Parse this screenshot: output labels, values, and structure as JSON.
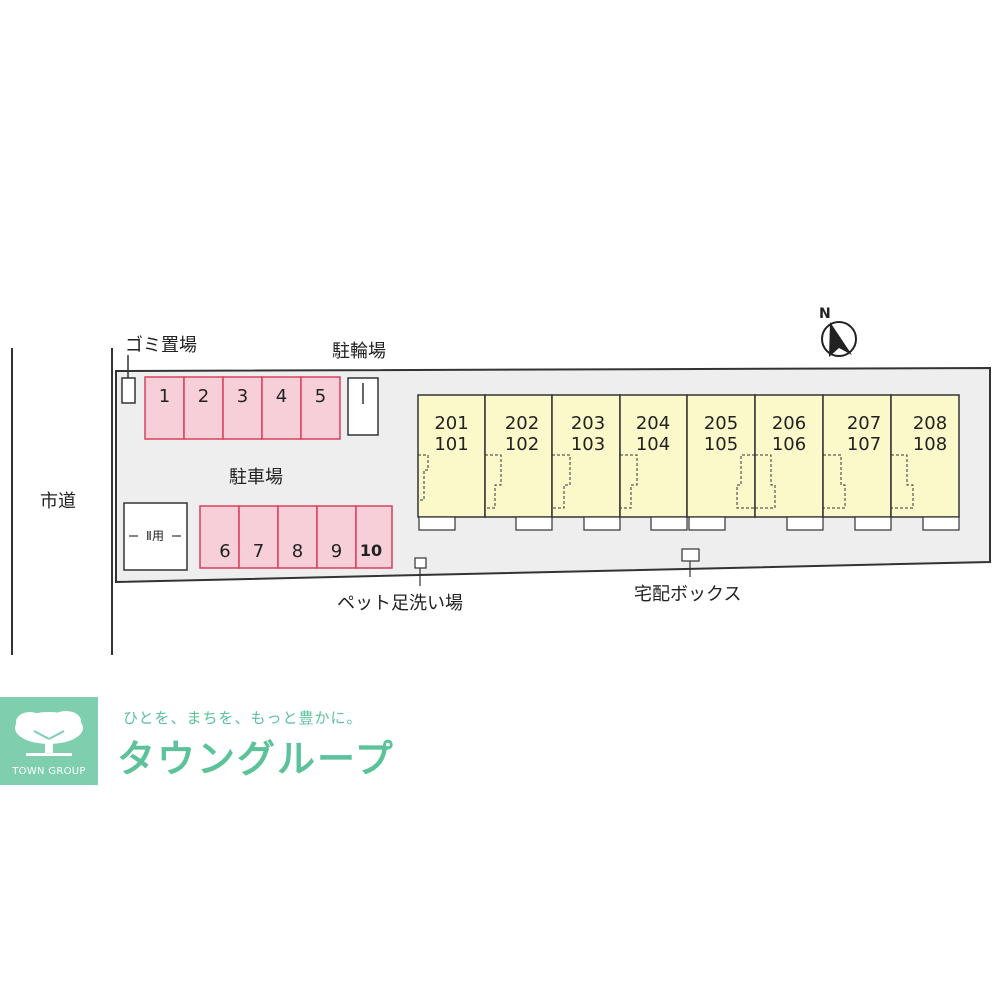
{
  "road": {
    "label": "市道"
  },
  "facilities": {
    "garbage": "ゴミ置場",
    "bicycle": "駐輪場",
    "parking": "駐車場",
    "pet_wash": "ペット足洗い場",
    "delivery_box": "宅配ボックス",
    "special_space": "Ⅱ用"
  },
  "compass": {
    "label": "N"
  },
  "parking_top": [
    "1",
    "2",
    "3",
    "4",
    "5"
  ],
  "parking_bottom": [
    "6",
    "7",
    "8",
    "9",
    "10"
  ],
  "units": [
    {
      "upper": "201",
      "lower": "101"
    },
    {
      "upper": "202",
      "lower": "102"
    },
    {
      "upper": "203",
      "lower": "103"
    },
    {
      "upper": "204",
      "lower": "104"
    },
    {
      "upper": "205",
      "lower": "105"
    },
    {
      "upper": "206",
      "lower": "106"
    },
    {
      "upper": "207",
      "lower": "107"
    },
    {
      "upper": "208",
      "lower": "108"
    }
  ],
  "colors": {
    "lot": "#eeeeee",
    "parking_fill": "#f7cfd8",
    "parking_stroke": "#d9415f",
    "unit_fill": "#fbf8c9",
    "outline": "#333333",
    "brand": "#5cc29a",
    "logo_bg": "#7fcfae"
  },
  "branding": {
    "slogan": "ひとを、まちを、もっと豊かに。",
    "name": "タウングループ",
    "caption": "TOWN GROUP"
  }
}
